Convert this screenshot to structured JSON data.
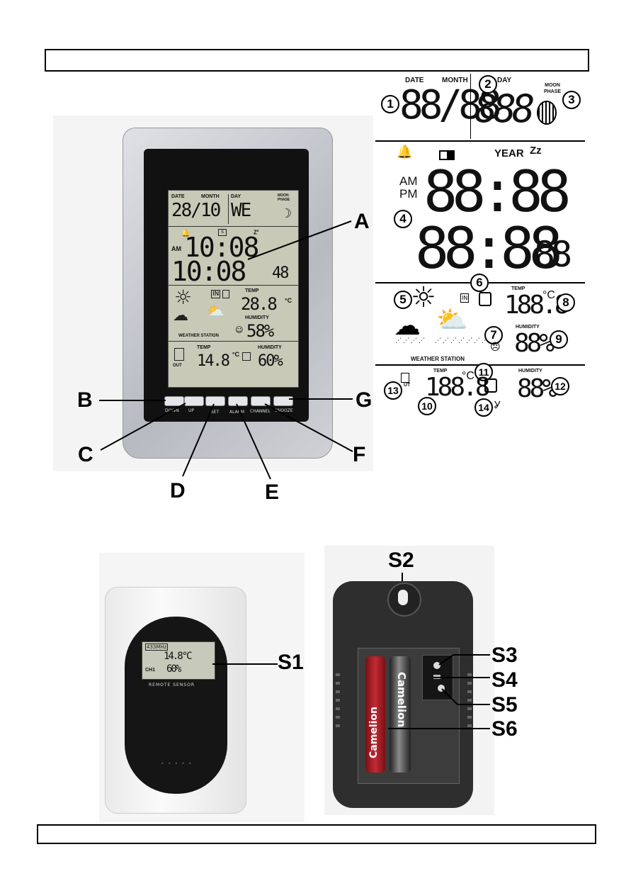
{
  "header_box": "",
  "footer_box": "",
  "console": {
    "lcd": {
      "date_label": "DATE",
      "month_label": "MONTH",
      "day_label": "DAY",
      "moon_phase_label": "MOON PHASE",
      "date_value": "28/10",
      "day_value": "WE",
      "am": "AM",
      "time_main": "10:08",
      "time_seconds": "48",
      "temp_label": "TEMP",
      "indoor_temp": "28.8",
      "unit_c": "°C",
      "humidity_label": "HUMIDITY",
      "indoor_humidity": "58%",
      "weather_station_label": "WEATHER STATION",
      "out_label": "OUT",
      "outdoor_temp": "14.8",
      "outdoor_humidity": "60%"
    },
    "buttons": [
      "DOWN",
      "UP",
      "SET",
      "ALARM",
      "CHANNEL",
      "SNOOZE"
    ],
    "callouts": [
      "A",
      "B",
      "C",
      "D",
      "E",
      "F",
      "G"
    ]
  },
  "display_diagram": {
    "date_label": "DATE",
    "month_label": "MONTH",
    "day_label": "DAY",
    "moon_phase_label": "MOON PHASE",
    "year_label": "YEAR",
    "zz": "Zz",
    "am": "AM",
    "pm": "PM",
    "date_digits": "88/88",
    "day_digits": "888",
    "time_top": "88:88",
    "time_bottom": "88:88",
    "seconds": "88",
    "temp_label": "TEMP",
    "indoor_temp": "188.8",
    "unit": "°C",
    "humidity_label": "HUMIDITY",
    "indoor_humidity": "88%",
    "weather_station_label": "WEATHER STATION",
    "in_label": "IN",
    "out_temp_label": "TEMP",
    "outdoor_temp": "188.8",
    "out_humidity_label": "HUMIDITY",
    "outdoor_humidity": "88%",
    "out_label": "UT",
    "numbers": [
      "1",
      "2",
      "3",
      "4",
      "5",
      "6",
      "7",
      "8",
      "9",
      "10",
      "11",
      "12",
      "13",
      "14"
    ]
  },
  "sensor": {
    "frequency": "433MHz",
    "temp": "14.8°C",
    "channel": "CH1",
    "humidity": "60%",
    "label": "REMOTE SENSOR",
    "battery_brand": "Camelion",
    "callouts": [
      "S1",
      "S2",
      "S3",
      "S4",
      "S5",
      "S6"
    ]
  }
}
